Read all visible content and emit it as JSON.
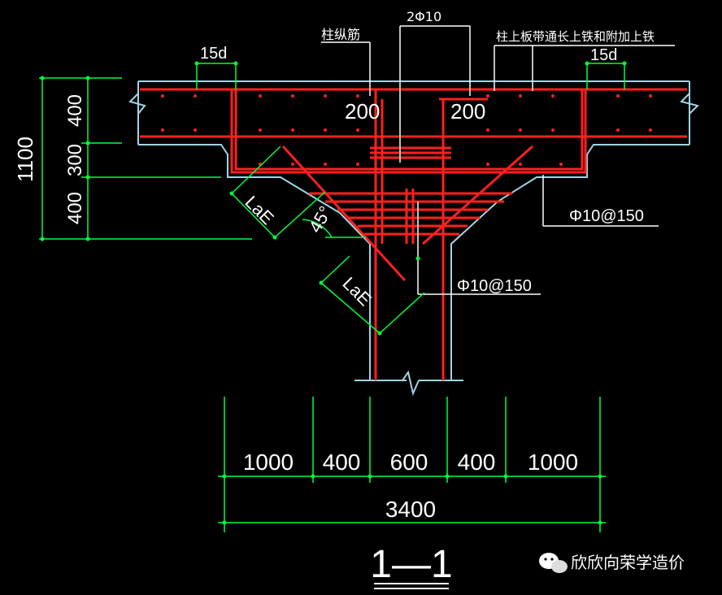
{
  "colors": {
    "background": "#000000",
    "outline": "#9fd6e6",
    "rebar": "#ff2020",
    "dimension": "#00ff3a",
    "text": "#ffffff"
  },
  "labels": {
    "column_longitudinal": "柱纵筋",
    "top_bars": "2Φ10",
    "slab_top_rebar": "柱上板带通长上铁和附加上铁",
    "anchor_left": "15d",
    "anchor_right": "15d",
    "offset_left": "200",
    "offset_right": "200",
    "stirrup_right": "Φ10@150",
    "stirrup_center": "Φ10@150",
    "lae_upper": "LaE",
    "lae_lower": "LaE",
    "angle": "45°",
    "section_mark": "1—1"
  },
  "dimensions": {
    "vertical_total": "1100",
    "vertical_parts": [
      "400",
      "300",
      "400"
    ],
    "horizontal_parts": [
      "1000",
      "400",
      "600",
      "400",
      "1000"
    ],
    "horizontal_total": "3400"
  },
  "watermark": {
    "text": "欣欣向荣学造价"
  }
}
